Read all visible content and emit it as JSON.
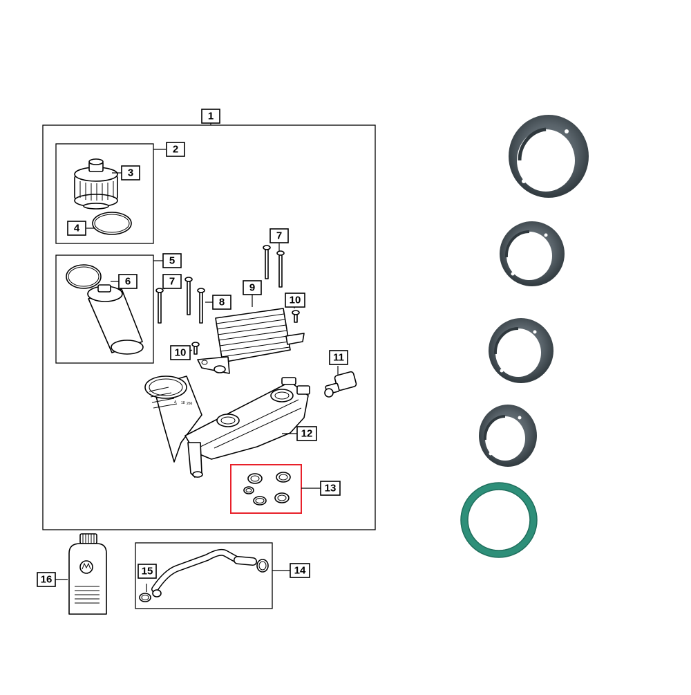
{
  "diagram": {
    "callouts": [
      "1",
      "2",
      "3",
      "4",
      "5",
      "6",
      "7",
      "7",
      "8",
      "9",
      "10",
      "10",
      "11",
      "12",
      "13",
      "14",
      "15",
      "16"
    ]
  },
  "photo": {
    "seals": [
      "large-seal",
      "medium-seal",
      "medium-seal",
      "small-seal",
      "green-o-ring"
    ],
    "colors": {
      "seal_dark": "#3a4348",
      "seal_mid": "#59636a",
      "seal_light": "#7c868c",
      "o_ring_green": "#2e8f79",
      "highlight_red": "#e8202a"
    }
  }
}
